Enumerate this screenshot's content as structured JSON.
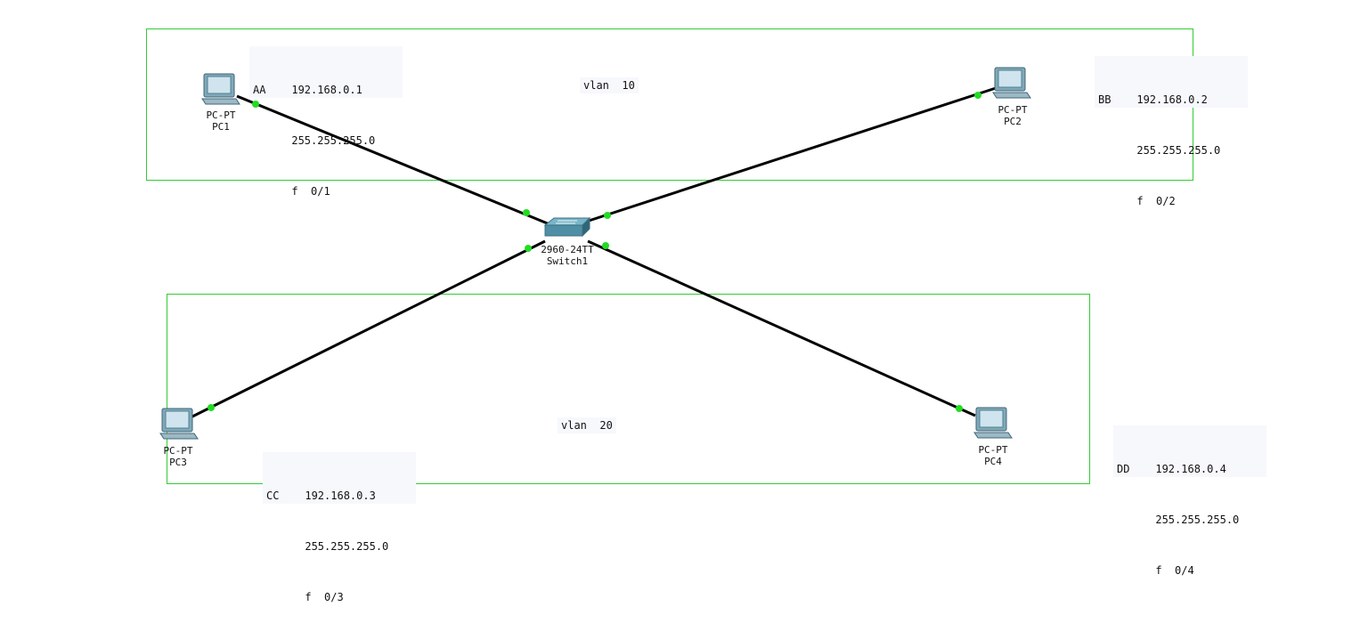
{
  "areas": [
    {
      "id": "vlan10-area",
      "label": "vlan  10"
    },
    {
      "id": "vlan20-area",
      "label": "vlan  20"
    }
  ],
  "switch": {
    "model": "2960-24TT",
    "name": "Switch1"
  },
  "pcs": [
    {
      "id": "pc1",
      "model": "PC-PT",
      "name": "PC1"
    },
    {
      "id": "pc2",
      "model": "PC-PT",
      "name": "PC2"
    },
    {
      "id": "pc3",
      "model": "PC-PT",
      "name": "PC3"
    },
    {
      "id": "pc4",
      "model": "PC-PT",
      "name": "PC4"
    }
  ],
  "notes": [
    {
      "line1": "AA    192.168.0.1",
      "line2": "      255.255.255.0",
      "line3": "      f  0/1"
    },
    {
      "line1": "BB    192.168.0.2",
      "line2": "      255.255.255.0",
      "line3": "      f  0/2"
    },
    {
      "line1": "CC    192.168.0.3",
      "line2": "      255.255.255.0",
      "line3": "      f  0/3"
    },
    {
      "line1": "DD    192.168.0.4",
      "line2": "      255.255.255.0",
      "line3": "      f  0/4"
    }
  ],
  "colors": {
    "area_border": "#33cc33",
    "link": "#000000",
    "port_dot": "#22dd22",
    "note_bg": "#f7f8fc"
  }
}
